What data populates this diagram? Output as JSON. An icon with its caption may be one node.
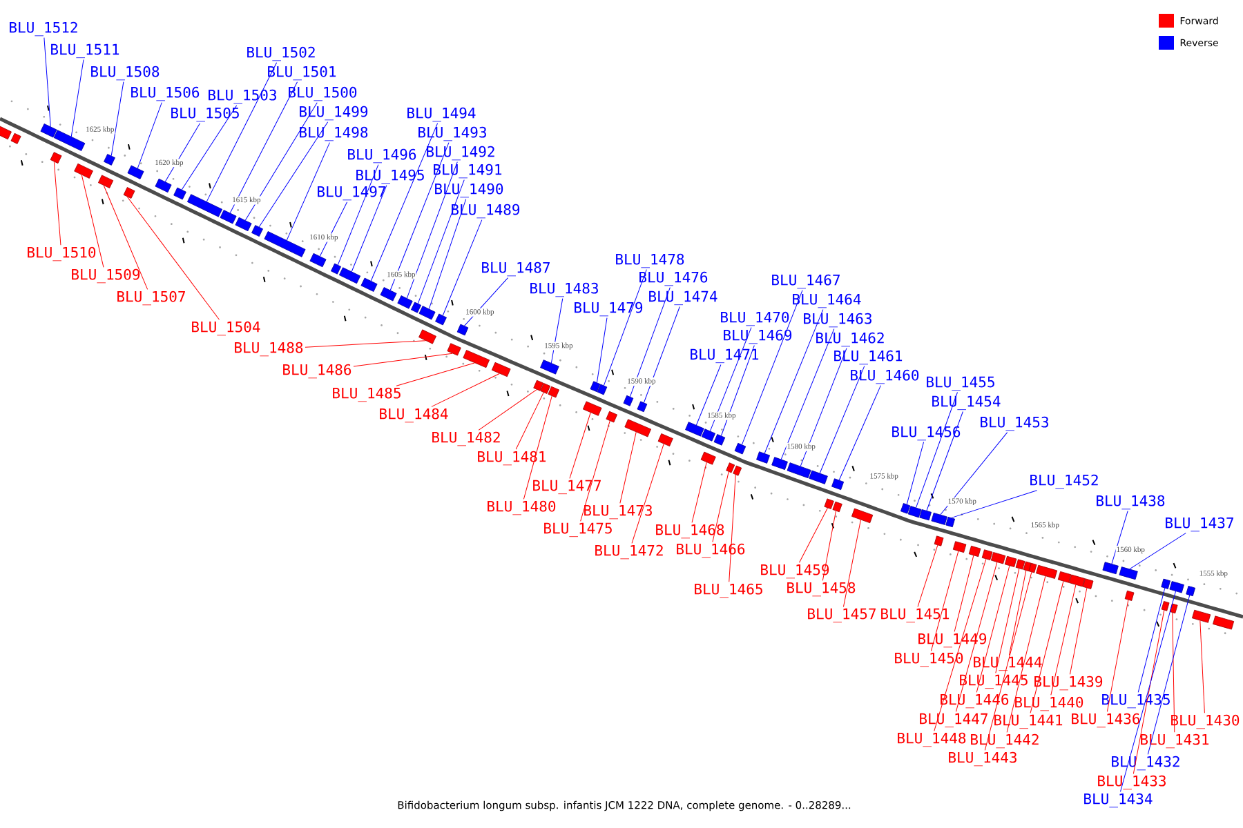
{
  "diagram": {
    "caption": "Bifidobacterium longum subsp. infantis JCM 1222 DNA, complete genome. - 0..28289...",
    "nodes": [
      {
        "text": [
          "BLU_1512"
        ]
      },
      {
        "text": [
          "BLU_1511"
        ]
      },
      {
        "text": [
          "BLU_1508"
        ]
      },
      {
        "text": [
          "BLU_1506"
        ]
      },
      {
        "text": [
          "BLU_1505"
        ]
      },
      {
        "text": [
          "BLU_1503"
        ]
      },
      {
        "text": [
          "BLU_1502"
        ]
      },
      {
        "text": [
          "BLU_1501"
        ]
      },
      {
        "text": [
          "BLU_1500"
        ]
      },
      {
        "text": [
          "BLU_1499"
        ]
      },
      {
        "text": [
          "BLU_1498"
        ]
      },
      {
        "text": [
          "BLU_1497"
        ]
      },
      {
        "text": [
          "BLU_1496"
        ]
      },
      {
        "text": [
          "BLU_1495"
        ]
      },
      {
        "text": [
          "BLU_1494"
        ]
      },
      {
        "text": [
          "BLU_1493"
        ]
      },
      {
        "text": [
          "BLU_1492"
        ]
      },
      {
        "text": [
          "BLU_1491"
        ]
      },
      {
        "text": [
          "BLU_1490"
        ]
      },
      {
        "text": [
          "BLU_1489"
        ]
      },
      {
        "text": [
          "BLU_1487"
        ]
      },
      {
        "text": [
          "BLU_1483"
        ]
      },
      {
        "text": [
          "BLU_1478"
        ]
      },
      {
        "text": [
          "BLU_1479"
        ]
      },
      {
        "text": [
          "BLU_1476"
        ]
      },
      {
        "text": [
          "BLU_1474"
        ]
      },
      {
        "text": [
          "BLU_1470"
        ]
      },
      {
        "text": [
          "BLU_1469"
        ]
      },
      {
        "text": [
          "BLU_1471"
        ]
      },
      {
        "text": [
          "BLU_1467"
        ]
      },
      {
        "text": [
          "BLU_1464"
        ]
      },
      {
        "text": [
          "BLU_1463"
        ]
      },
      {
        "text": [
          "BLU_1462"
        ]
      },
      {
        "text": [
          "BLU_1461"
        ]
      },
      {
        "text": [
          "BLU_1460"
        ]
      },
      {
        "text": [
          "BLU_1455"
        ]
      },
      {
        "text": [
          "BLU_1454"
        ]
      },
      {
        "text": [
          "BLU_1456"
        ]
      },
      {
        "text": [
          "BLU_1453"
        ]
      },
      {
        "text": [
          "BLU_1452"
        ]
      },
      {
        "text": [
          "BLU_1438"
        ]
      },
      {
        "text": [
          "BLU_1437"
        ]
      },
      {
        "text": [
          "BLU_1510"
        ]
      },
      {
        "text": [
          "BLU_1509"
        ]
      },
      {
        "text": [
          "BLU_1507"
        ]
      },
      {
        "text": [
          "BLU_1504"
        ]
      },
      {
        "text": [
          "BLU_1488"
        ]
      },
      {
        "text": [
          "BLU_1486"
        ]
      },
      {
        "text": [
          "BLU_1485"
        ]
      },
      {
        "text": [
          "BLU_1484"
        ]
      },
      {
        "text": [
          "BLU_1482"
        ]
      },
      {
        "text": [
          "BLU_1481"
        ]
      },
      {
        "text": [
          "BLU_1477"
        ]
      },
      {
        "text": [
          "BLU_1480"
        ]
      },
      {
        "text": [
          "BLU_1473"
        ]
      },
      {
        "text": [
          "BLU_1475"
        ]
      },
      {
        "text": [
          "BLU_1468"
        ]
      },
      {
        "text": [
          "BLU_1466"
        ]
      },
      {
        "text": [
          "BLU_1472"
        ]
      },
      {
        "text": [
          "BLU_1459"
        ]
      },
      {
        "text": [
          "BLU_1465"
        ]
      },
      {
        "text": [
          "BLU_1458"
        ]
      },
      {
        "text": [
          "BLU_1457"
        ]
      },
      {
        "text": [
          "BLU_1451"
        ]
      },
      {
        "text": [
          "BLU_1449"
        ]
      },
      {
        "text": [
          "BLU_1450"
        ]
      },
      {
        "text": [
          "BLU_1444"
        ]
      },
      {
        "text": [
          "BLU_1439"
        ]
      },
      {
        "text": [
          "BLU_1445"
        ]
      },
      {
        "text": [
          "BLU_1446"
        ]
      },
      {
        "text": [
          "BLU_1440"
        ]
      },
      {
        "text": [
          "BLU_1436"
        ]
      },
      {
        "text": [
          "BLU_1435"
        ]
      },
      {
        "text": [
          "BLU_1447"
        ]
      },
      {
        "text": [
          "BLU_1441"
        ]
      },
      {
        "text": [
          "BLU_1430"
        ]
      },
      {
        "text": [
          "BLU_1448"
        ]
      },
      {
        "text": [
          "BLU_1442"
        ]
      },
      {
        "text": [
          "BLU_1431"
        ]
      },
      {
        "text": [
          "BLU_1443"
        ]
      },
      {
        "text": [
          "BLU_1432"
        ]
      },
      {
        "text": [
          "BLU_1433"
        ]
      },
      {
        "text": [
          "BLU_1434"
        ]
      },
      {
        "text": [],
        "shape": "box"
      },
      {
        "text": [],
        "shape": "box"
      },
      {
        "text": [],
        "shape": "box"
      },
      {
        "text": [],
        "shape": "box"
      },
      {
        "text": [],
        "shape": "box"
      },
      {
        "text": [],
        "shape": "box"
      },
      {
        "text": [],
        "shape": "box"
      },
      {
        "text": [],
        "shape": "box"
      },
      {
        "text": [],
        "shape": "box"
      },
      {
        "text": [],
        "shape": "box"
      },
      {
        "text": [],
        "shape": "box"
      },
      {
        "text": [],
        "shape": "box"
      },
      {
        "text": [],
        "shape": "box"
      },
      {
        "text": [],
        "shape": "box"
      },
      {
        "text": [],
        "shape": "box"
      },
      {
        "text": [],
        "shape": "box"
      },
      {
        "text": [],
        "shape": "box"
      },
      {
        "text": [],
        "shape": "box"
      },
      {
        "text": [],
        "shape": "box"
      },
      {
        "text": [],
        "shape": "box"
      },
      {
        "text": [],
        "shape": "box"
      },
      {
        "text": [],
        "shape": "box"
      },
      {
        "text": [],
        "shape": "box"
      },
      {
        "text": [],
        "shape": "box"
      },
      {
        "text": [],
        "shape": "box"
      },
      {
        "text": [],
        "shape": "box"
      },
      {
        "text": [],
        "shape": "box"
      },
      {
        "text": [],
        "shape": "box"
      },
      {
        "text": [],
        "shape": "box"
      },
      {
        "text": [],
        "shape": "box"
      },
      {
        "text": [],
        "shape": "box"
      },
      {
        "text": [],
        "shape": "box"
      },
      {
        "text": [],
        "shape": "box"
      },
      {
        "text": [],
        "shape": "box"
      },
      {
        "text": [],
        "shape": "box"
      },
      {
        "text": [],
        "shape": "box"
      },
      {
        "text": [],
        "shape": "box"
      },
      {
        "text": [],
        "shape": "box"
      },
      {
        "text": [],
        "shape": "box"
      },
      {
        "text": [],
        "shape": "box"
      },
      {
        "text": [],
        "shape": "box"
      },
      {
        "text": [],
        "shape": "box"
      },
      {
        "text": [],
        "shape": "box"
      },
      {
        "text": [],
        "shape": "box"
      },
      {
        "text": [],
        "shape": "box"
      },
      {
        "text": [],
        "shape": "box"
      },
      {
        "text": [],
        "shape": "box"
      },
      {
        "text": [],
        "shape": "box"
      },
      {
        "text": [],
        "shape": "box"
      },
      {
        "text": [],
        "shape": "box"
      },
      {
        "text": [],
        "shape": "box"
      },
      {
        "text": [],
        "shape": "box"
      },
      {
        "text": [],
        "shape": "box"
      },
      {
        "text": [],
        "shape": "box"
      },
      {
        "text": [],
        "shape": "box"
      },
      {
        "text": [],
        "shape": "box"
      },
      {
        "text": [],
        "shape": "box"
      },
      {
        "text": [],
        "shape": "box"
      },
      {
        "text": [],
        "shape": "box"
      },
      {
        "text": [],
        "shape": "box"
      },
      {
        "text": [],
        "shape": "box"
      },
      {
        "text": [],
        "shape": "box"
      },
      {
        "text": [],
        "shape": "box"
      },
      {
        "text": [],
        "shape": "box"
      },
      {
        "text": [],
        "shape": "box"
      },
      {
        "text": [],
        "shape": "box"
      },
      {
        "text": [],
        "shape": "box"
      },
      {
        "text": [],
        "shape": "box"
      },
      {
        "text": [],
        "shape": "box"
      },
      {
        "text": [],
        "shape": "box"
      },
      {
        "text": [],
        "shape": "box"
      },
      {
        "text": [],
        "shape": "box"
      },
      {
        "text": [],
        "shape": "box"
      },
      {
        "text": [],
        "shape": "box"
      },
      {
        "text": [],
        "shape": "box"
      },
      {
        "text": [],
        "shape": "box"
      },
      {
        "text": [],
        "shape": "box"
      },
      {
        "text": [],
        "shape": "box"
      },
      {
        "text": [],
        "shape": "box"
      },
      {
        "text": [],
        "shape": "box"
      },
      {
        "text": [],
        "shape": "box"
      },
      {
        "text": [],
        "shape": "box"
      },
      {
        "text": [],
        "shape": "box"
      },
      {
        "text": [],
        "shape": "box"
      },
      {
        "text": [],
        "shape": "box"
      },
      {
        "text": [],
        "shape": "box"
      }
    ],
    "edges": [
      {
        "from": 0,
        "to": 83,
        "arrow": "none",
        "color": "#0000ff"
      },
      {
        "from": 1,
        "to": 84,
        "arrow": "none",
        "color": "#0000ff"
      },
      {
        "from": 2,
        "to": 85,
        "arrow": "none",
        "color": "#0000ff"
      },
      {
        "from": 3,
        "to": 86,
        "arrow": "none",
        "color": "#0000ff"
      },
      {
        "from": 4,
        "to": 87,
        "arrow": "none",
        "color": "#0000ff"
      },
      {
        "from": 5,
        "to": 88,
        "arrow": "none",
        "color": "#0000ff"
      },
      {
        "from": 6,
        "to": 89,
        "arrow": "none",
        "color": "#0000ff"
      },
      {
        "from": 7,
        "to": 90,
        "arrow": "none",
        "color": "#0000ff"
      },
      {
        "from": 8,
        "to": 91,
        "arrow": "none",
        "color": "#0000ff"
      },
      {
        "from": 9,
        "to": 92,
        "arrow": "none",
        "color": "#0000ff"
      },
      {
        "from": 10,
        "to": 93,
        "arrow": "none",
        "color": "#0000ff"
      },
      {
        "from": 11,
        "to": 94,
        "arrow": "none",
        "color": "#0000ff"
      },
      {
        "from": 12,
        "to": 95,
        "arrow": "none",
        "color": "#0000ff"
      },
      {
        "from": 13,
        "to": 96,
        "arrow": "none",
        "color": "#0000ff"
      },
      {
        "from": 14,
        "to": 97,
        "arrow": "none",
        "color": "#0000ff"
      },
      {
        "from": 15,
        "to": 98,
        "arrow": "none",
        "color": "#0000ff"
      },
      {
        "from": 16,
        "to": 99,
        "arrow": "none",
        "color": "#0000ff"
      },
      {
        "from": 17,
        "to": 100,
        "arrow": "none",
        "color": "#0000ff"
      },
      {
        "from": 18,
        "to": 101,
        "arrow": "none",
        "color": "#0000ff"
      },
      {
        "from": 19,
        "to": 102,
        "arrow": "none",
        "color": "#0000ff"
      },
      {
        "from": 20,
        "to": 103,
        "arrow": "none",
        "color": "#0000ff"
      },
      {
        "from": 21,
        "to": 104,
        "arrow": "none",
        "color": "#0000ff"
      },
      {
        "from": 22,
        "to": 105,
        "arrow": "none",
        "color": "#0000ff"
      },
      {
        "from": 23,
        "to": 106,
        "arrow": "none",
        "color": "#0000ff"
      },
      {
        "from": 24,
        "to": 107,
        "arrow": "none",
        "color": "#0000ff"
      },
      {
        "from": 25,
        "to": 108,
        "arrow": "none",
        "color": "#0000ff"
      },
      {
        "from": 26,
        "to": 109,
        "arrow": "none",
        "color": "#0000ff"
      },
      {
        "from": 27,
        "to": 110,
        "arrow": "none",
        "color": "#0000ff"
      },
      {
        "from": 28,
        "to": 111,
        "arrow": "none",
        "color": "#0000ff"
      },
      {
        "from": 29,
        "to": 112,
        "arrow": "none",
        "color": "#0000ff"
      },
      {
        "from": 30,
        "to": 113,
        "arrow": "none",
        "color": "#0000ff"
      },
      {
        "from": 31,
        "to": 114,
        "arrow": "none",
        "color": "#0000ff"
      },
      {
        "from": 32,
        "to": 115,
        "arrow": "none",
        "color": "#0000ff"
      },
      {
        "from": 33,
        "to": 116,
        "arrow": "none",
        "color": "#0000ff"
      },
      {
        "from": 34,
        "to": 117,
        "arrow": "none",
        "color": "#0000ff"
      },
      {
        "from": 35,
        "to": 118,
        "arrow": "none",
        "color": "#0000ff"
      },
      {
        "from": 36,
        "to": 119,
        "arrow": "none",
        "color": "#0000ff"
      },
      {
        "from": 37,
        "to": 120,
        "arrow": "none",
        "color": "#0000ff"
      },
      {
        "from": 38,
        "to": 121,
        "arrow": "none",
        "color": "#0000ff"
      },
      {
        "from": 39,
        "to": 122,
        "arrow": "none",
        "color": "#0000ff"
      },
      {
        "from": 40,
        "to": 123,
        "arrow": "none",
        "color": "#0000ff"
      },
      {
        "from": 41,
        "to": 124,
        "arrow": "none",
        "color": "#0000ff"
      },
      {
        "from": 42,
        "to": 125,
        "arrow": "none",
        "color": "#ff0000"
      },
      {
        "from": 43,
        "to": 126,
        "arrow": "none",
        "color": "#ff0000"
      },
      {
        "from": 44,
        "to": 127,
        "arrow": "none",
        "color": "#ff0000"
      },
      {
        "from": 45,
        "to": 128,
        "arrow": "none",
        "color": "#ff0000"
      },
      {
        "from": 46,
        "to": 129,
        "arrow": "none",
        "color": "#ff0000"
      },
      {
        "from": 47,
        "to": 130,
        "arrow": "none",
        "color": "#ff0000"
      },
      {
        "from": 48,
        "to": 131,
        "arrow": "none",
        "color": "#ff0000"
      },
      {
        "from": 49,
        "to": 132,
        "arrow": "none",
        "color": "#ff0000"
      },
      {
        "from": 50,
        "to": 133,
        "arrow": "none",
        "color": "#ff0000"
      },
      {
        "from": 51,
        "to": 134,
        "arrow": "none",
        "color": "#ff0000"
      },
      {
        "from": 52,
        "to": 135,
        "arrow": "none",
        "color": "#ff0000"
      },
      {
        "from": 53,
        "to": 136,
        "arrow": "none",
        "color": "#ff0000"
      },
      {
        "from": 54,
        "to": 137,
        "arrow": "none",
        "color": "#ff0000"
      },
      {
        "from": 55,
        "to": 138,
        "arrow": "none",
        "color": "#ff0000"
      },
      {
        "from": 56,
        "to": 139,
        "arrow": "none",
        "color": "#ff0000"
      },
      {
        "from": 57,
        "to": 140,
        "arrow": "none",
        "color": "#ff0000"
      },
      {
        "from": 58,
        "to": 141,
        "arrow": "none",
        "color": "#ff0000"
      },
      {
        "from": 59,
        "to": 142,
        "arrow": "none",
        "color": "#ff0000"
      },
      {
        "from": 60,
        "to": 143,
        "arrow": "none",
        "color": "#ff0000"
      },
      {
        "from": 61,
        "to": 144,
        "arrow": "none",
        "color": "#ff0000"
      },
      {
        "from": 62,
        "to": 145,
        "arrow": "none",
        "color": "#ff0000"
      },
      {
        "from": 63,
        "to": 146,
        "arrow": "none",
        "color": "#ff0000"
      },
      {
        "from": 64,
        "to": 147,
        "arrow": "none",
        "color": "#ff0000"
      },
      {
        "from": 65,
        "to": 148,
        "arrow": "none",
        "color": "#ff0000"
      },
      {
        "from": 66,
        "to": 149,
        "arrow": "none",
        "color": "#ff0000"
      },
      {
        "from": 67,
        "to": 150,
        "arrow": "none",
        "color": "#ff0000"
      },
      {
        "from": 68,
        "to": 151,
        "arrow": "none",
        "color": "#ff0000"
      },
      {
        "from": 69,
        "to": 152,
        "arrow": "none",
        "color": "#ff0000"
      },
      {
        "from": 70,
        "to": 153,
        "arrow": "none",
        "color": "#ff0000"
      },
      {
        "from": 71,
        "to": 154,
        "arrow": "none",
        "color": "#ff0000"
      },
      {
        "from": 72,
        "to": 155,
        "arrow": "none",
        "color": "#0000ff"
      },
      {
        "from": 73,
        "to": 156,
        "arrow": "none",
        "color": "#ff0000"
      },
      {
        "from": 74,
        "to": 157,
        "arrow": "none",
        "color": "#ff0000"
      },
      {
        "from": 75,
        "to": 158,
        "arrow": "none",
        "color": "#ff0000"
      },
      {
        "from": 76,
        "to": 159,
        "arrow": "none",
        "color": "#ff0000"
      },
      {
        "from": 77,
        "to": 160,
        "arrow": "none",
        "color": "#ff0000"
      },
      {
        "from": 78,
        "to": 161,
        "arrow": "none",
        "color": "#ff0000"
      },
      {
        "from": 79,
        "to": 162,
        "arrow": "none",
        "color": "#ff0000"
      },
      {
        "from": 80,
        "to": 163,
        "arrow": "none",
        "color": "#0000ff"
      },
      {
        "from": 81,
        "to": 164,
        "arrow": "none",
        "color": "#ff0000"
      },
      {
        "from": 82,
        "to": 165,
        "arrow": "none",
        "color": "#0000ff"
      }
    ],
    "labels": [
      "1625 kbp",
      "1620 kbp",
      "1615 kbp",
      "1610 kbp",
      "1605 kbp",
      "1600 kbp",
      "1595 kbp",
      "1590 kbp",
      "1585 kbp",
      "1580 kbp",
      "1575 kbp",
      "1570 kbp",
      "1565 kbp",
      "1560 kbp",
      "1555 kbp"
    ],
    "legend": [
      {
        "text": "Forward",
        "color": "#ff0000"
      },
      {
        "text": "Reverse",
        "color": "#0000ff"
      }
    ]
  }
}
